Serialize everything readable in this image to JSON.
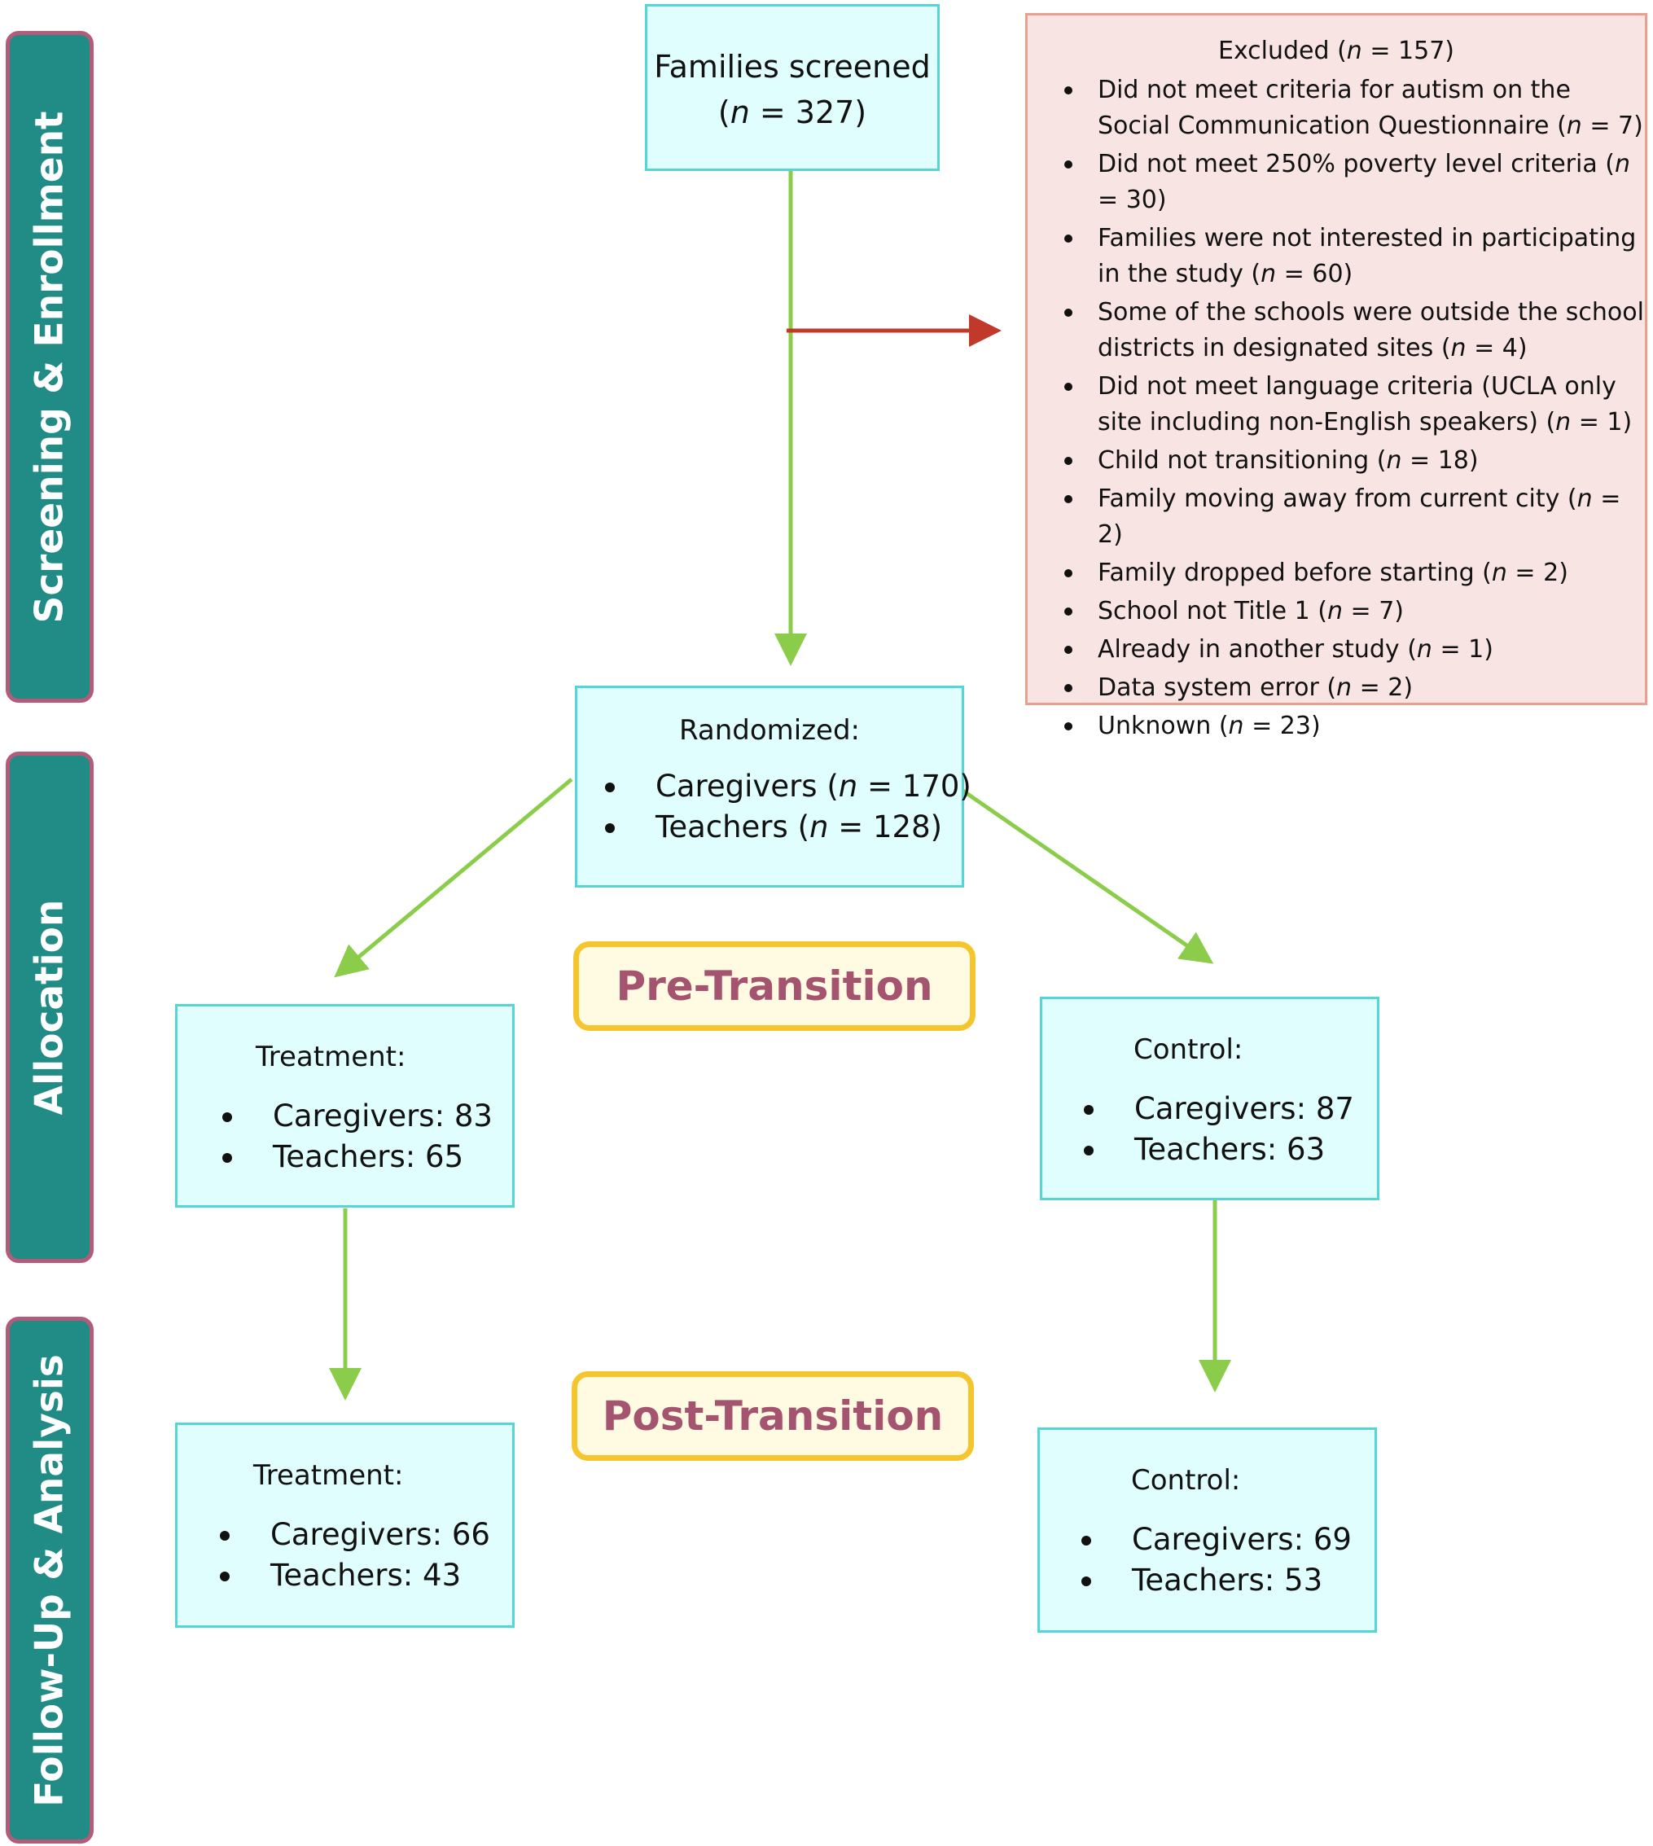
{
  "stages": {
    "screening": "Screening & Enrollment",
    "allocation": "Allocation",
    "followup": "Follow-Up & Analysis"
  },
  "screened": {
    "title": "Families screened",
    "count": "(n = 327)"
  },
  "excluded": {
    "title_prefix": "Excluded (",
    "title_n": "n",
    "title_suffix": " = 157)",
    "items": [
      "Did not meet criteria for autism on the Social Communication Questionnaire (n = 7)",
      "Did not meet 250% poverty level criteria (n = 30)",
      "Families were not interested in participating in the study (n = 60)",
      "Some of the schools were outside the school districts in designated sites (n = 4)",
      "Did not meet language criteria (UCLA only site including non-English speakers) (n = 1)",
      "Child not transitioning (n = 18)",
      "Family moving away from current city (n = 2)",
      "Family dropped before starting (n = 2)",
      "School not Title 1 (n = 7)",
      "Already in another study (n = 1)",
      "Data system error (n = 2)",
      "Unknown (n = 23)"
    ]
  },
  "randomized": {
    "title": "Randomized:",
    "items": [
      "Caregivers (n = 170)",
      "Teachers (n = 128)"
    ]
  },
  "phases": {
    "pre": "Pre-Transition",
    "post": "Post-Transition"
  },
  "treatment_pre": {
    "title": "Treatment:",
    "items": [
      "Caregivers: 83",
      "Teachers: 65"
    ]
  },
  "control_pre": {
    "title": "Control:",
    "items": [
      "Caregivers: 87",
      "Teachers: 63"
    ]
  },
  "treatment_post": {
    "title": "Treatment:",
    "items": [
      "Caregivers: 66",
      "Teachers: 43"
    ]
  },
  "control_post": {
    "title": "Control:",
    "items": [
      "Caregivers: 69",
      "Teachers: 53"
    ]
  },
  "colors": {
    "stage_fill": "#218b85",
    "stage_border": "#b35c79",
    "box_fill": "#e0fefe",
    "box_border": "#54d6d6",
    "excluded_fill": "#f8e5e3",
    "excluded_border": "#e8a08e",
    "phase_fill": "#fffbe3",
    "phase_border": "#f5c52e",
    "phase_text": "#a55470",
    "flow_arrow": "#8bcc4a",
    "exclusion_arrow": "#c0392b"
  }
}
